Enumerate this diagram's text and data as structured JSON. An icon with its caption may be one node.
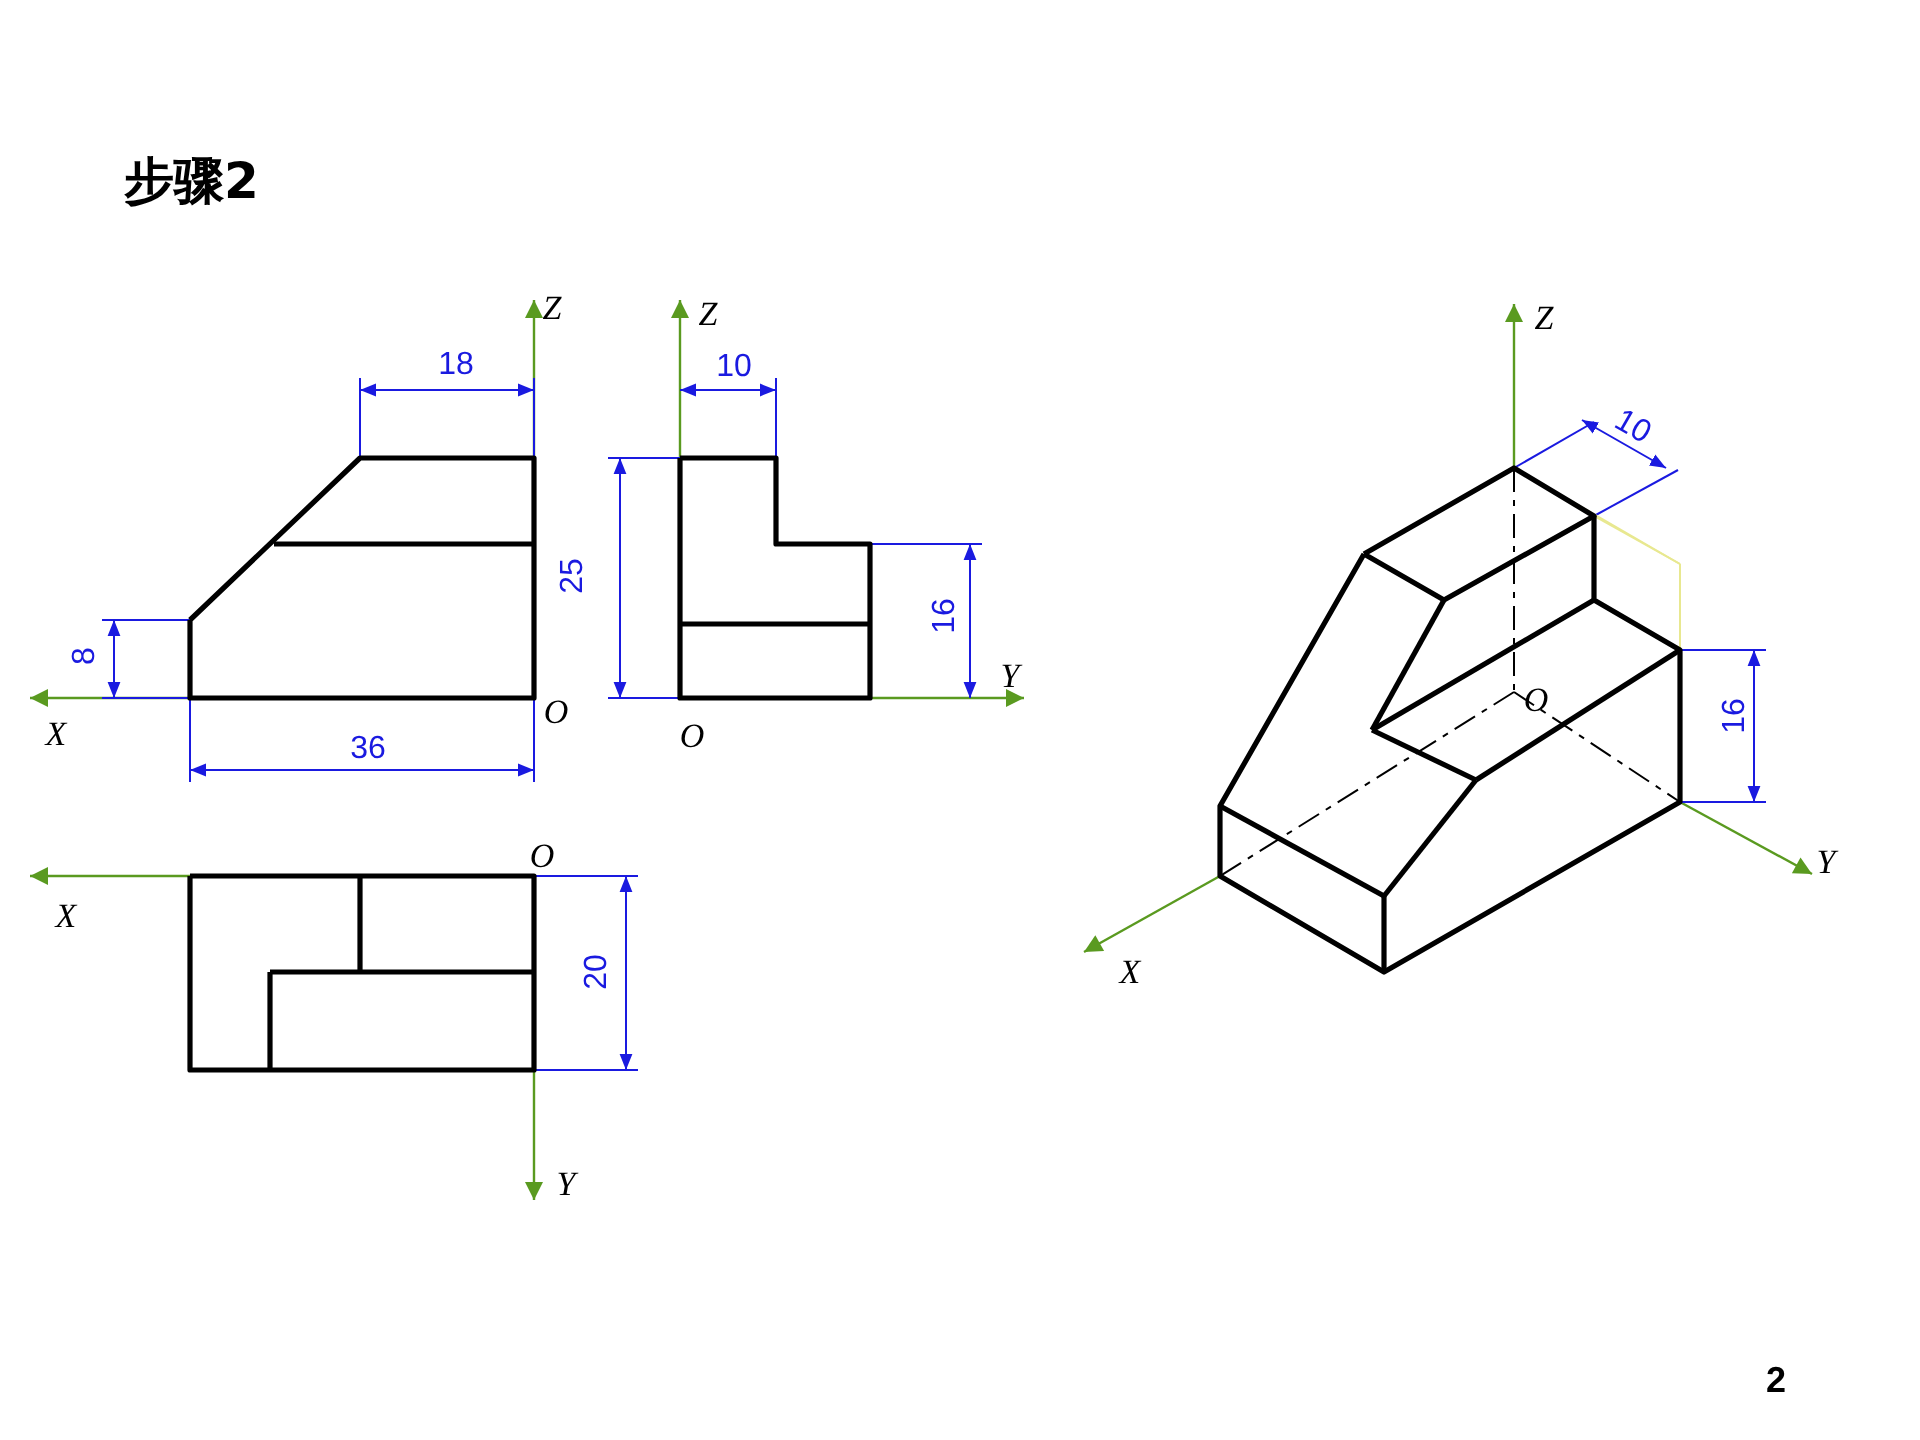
{
  "diagram": {
    "title": "步骤2",
    "labels": [
      "Z",
      "Z",
      "18",
      "10",
      "25",
      "16",
      "8",
      "Y",
      "X",
      "O",
      "O",
      "36",
      "O",
      "X",
      "20",
      "Y",
      "Z",
      "10",
      "O",
      "16",
      "Y",
      "X",
      "2"
    ]
  }
}
